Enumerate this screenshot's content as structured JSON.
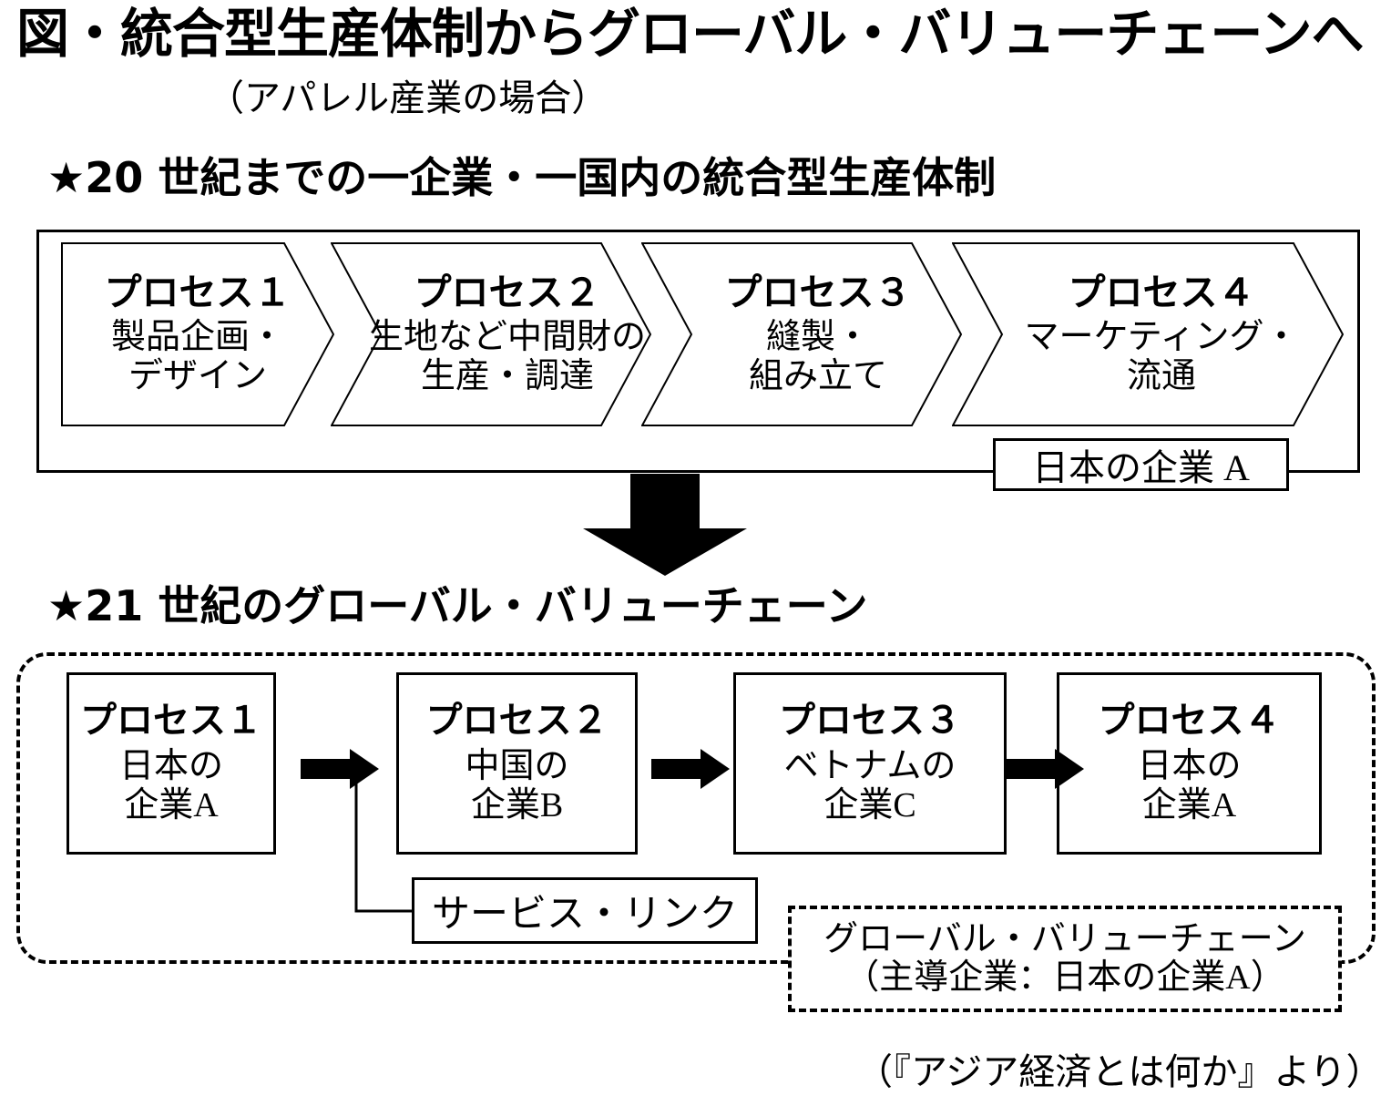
{
  "title": "図・統合型生産体制からグローバル・バリューチェーンへ",
  "subtitle": "（アパレル産業の場合）",
  "section1": {
    "heading": "★20 世紀までの一企業・一国内の統合型生産体制",
    "processes": [
      {
        "title": "プロセス１",
        "line1": "製品企画・",
        "line2": "デザイン"
      },
      {
        "title": "プロセス２",
        "line1": "生地など中間財の",
        "line2": "生産・調達"
      },
      {
        "title": "プロセス３",
        "line1": "縫製・",
        "line2": "組み立て"
      },
      {
        "title": "プロセス４",
        "line1": "マーケティング・",
        "line2": "流通"
      }
    ],
    "company_label": "日本の企業 A"
  },
  "transition_arrow": "down-arrow",
  "section2": {
    "heading": "★21 世紀のグローバル・バリューチェーン",
    "processes": [
      {
        "title": "プロセス１",
        "line1": "日本の",
        "line2": "企業A"
      },
      {
        "title": "プロセス２",
        "line1": "中国の",
        "line2": "企業B"
      },
      {
        "title": "プロセス３",
        "line1": "ベトナムの",
        "line2": "企業C"
      },
      {
        "title": "プロセス４",
        "line1": "日本の",
        "line2": "企業A"
      }
    ],
    "service_link": "サービス・リンク",
    "gvc_caption_line1": "グローバル・バリューチェーン",
    "gvc_caption_line2": "（主導企業：日本の企業A）"
  },
  "source_credit": "（『アジア経済とは何か』より）",
  "colors": {
    "ink": "#000000",
    "paper": "#ffffff"
  }
}
